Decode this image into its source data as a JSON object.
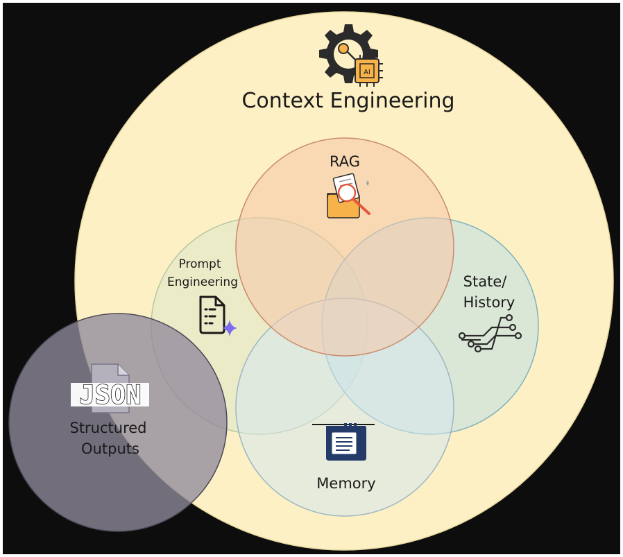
{
  "title": "Context Engineering",
  "chip_label": "AI",
  "circles": {
    "rag": {
      "label": "RAG"
    },
    "prompt": {
      "line1": "Prompt",
      "line2": "Engineering"
    },
    "state": {
      "line1": "State/",
      "line2": "History"
    },
    "memory": {
      "label": "Memory"
    },
    "structured": {
      "line1": "Structured",
      "line2": "Outputs",
      "badge": "JSON"
    }
  },
  "icons": {
    "title": "gear-ai-chip-icon",
    "rag": "folder-search-document-icon",
    "prompt": "document-sparkle-icon",
    "state": "circuit-traces-icon",
    "memory": "memory-card-icon",
    "structured": "json-file-icon"
  },
  "colors": {
    "background": "#0d0d0d",
    "outer": "#fdf0c4",
    "rag": "#f6c7a8",
    "prompt": "#dfe8cc",
    "state": "#bfe0e6",
    "memory": "#d6e7ef",
    "structured": "#8f8b9c",
    "accent_orange": "#f7b24a",
    "accent_blue": "#243a68",
    "accent_purple": "#7b6cf0"
  }
}
